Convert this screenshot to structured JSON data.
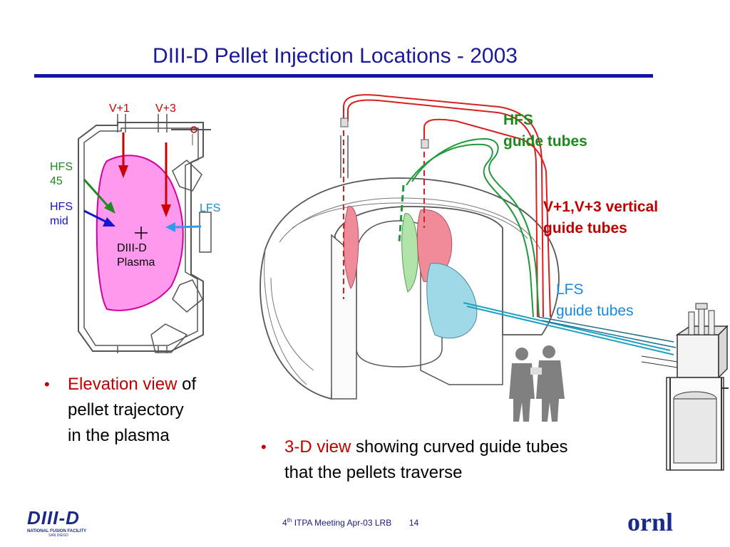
{
  "slide": {
    "title": "DIII-D Pellet Injection Locations - 2003",
    "colors": {
      "title": "#1a1a99",
      "rule": "#1515a3",
      "accent_red": "#c00000",
      "hfs_green": "#1f8a1f",
      "lfs_blue": "#1a88cc"
    }
  },
  "elevation": {
    "v1": "V+1",
    "v3": "V+3",
    "hfs45_a": "HFS",
    "hfs45_b": "45",
    "hfsmid_a": "HFS",
    "hfsmid_b": "mid",
    "lfs": "LFS",
    "plasma_a": "DIII-D",
    "plasma_b": "Plasma"
  },
  "labels3d": {
    "hfs_a": "HFS",
    "hfs_b": "guide tubes",
    "vert_a": "V+1,V+3  vertical",
    "vert_b": "guide tubes",
    "lfs_a": "LFS",
    "lfs_b": "guide tubes"
  },
  "bullets": {
    "left_red": "Elevation view",
    "left_rest1": " of",
    "left_rest2": "pellet trajectory",
    "left_rest3": "in the plasma",
    "right_red": "3-D view",
    "right_rest1": " showing curved guide tubes",
    "right_rest2": "that the pellets traverse"
  },
  "footer": {
    "ordinal_num": "4",
    "ordinal_sup": "th",
    "text": " ITPA Meeting  Apr-03   LRB",
    "page": "14"
  },
  "logos": {
    "left": "DIII-D",
    "left_sub": "NATIONAL FUSION FACILITY",
    "left_sub2": "SAN DIEGO",
    "right": "ornl"
  }
}
